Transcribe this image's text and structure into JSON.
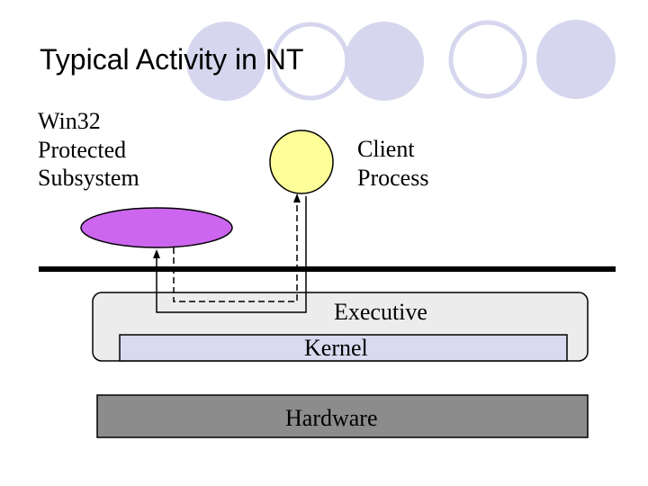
{
  "title": "Typical Activity in NT",
  "labels": {
    "subsystem": [
      "Win32",
      "Protected",
      "Subsystem"
    ],
    "client": [
      "Client",
      "Process"
    ],
    "executive": "Executive",
    "kernel": "Kernel",
    "hardware": "Hardware"
  },
  "colors": {
    "decor_circle_fill": "#d6d6ee",
    "decor_circle_ring": "#d6d6ee",
    "subsystem_ellipse": "#cc66ee",
    "client_circle": "#ffff99",
    "executive_box": "#ececec",
    "kernel_box": "#d9d9f0",
    "hardware_box": "#8c8c8c",
    "boundary_line": "#000000"
  }
}
